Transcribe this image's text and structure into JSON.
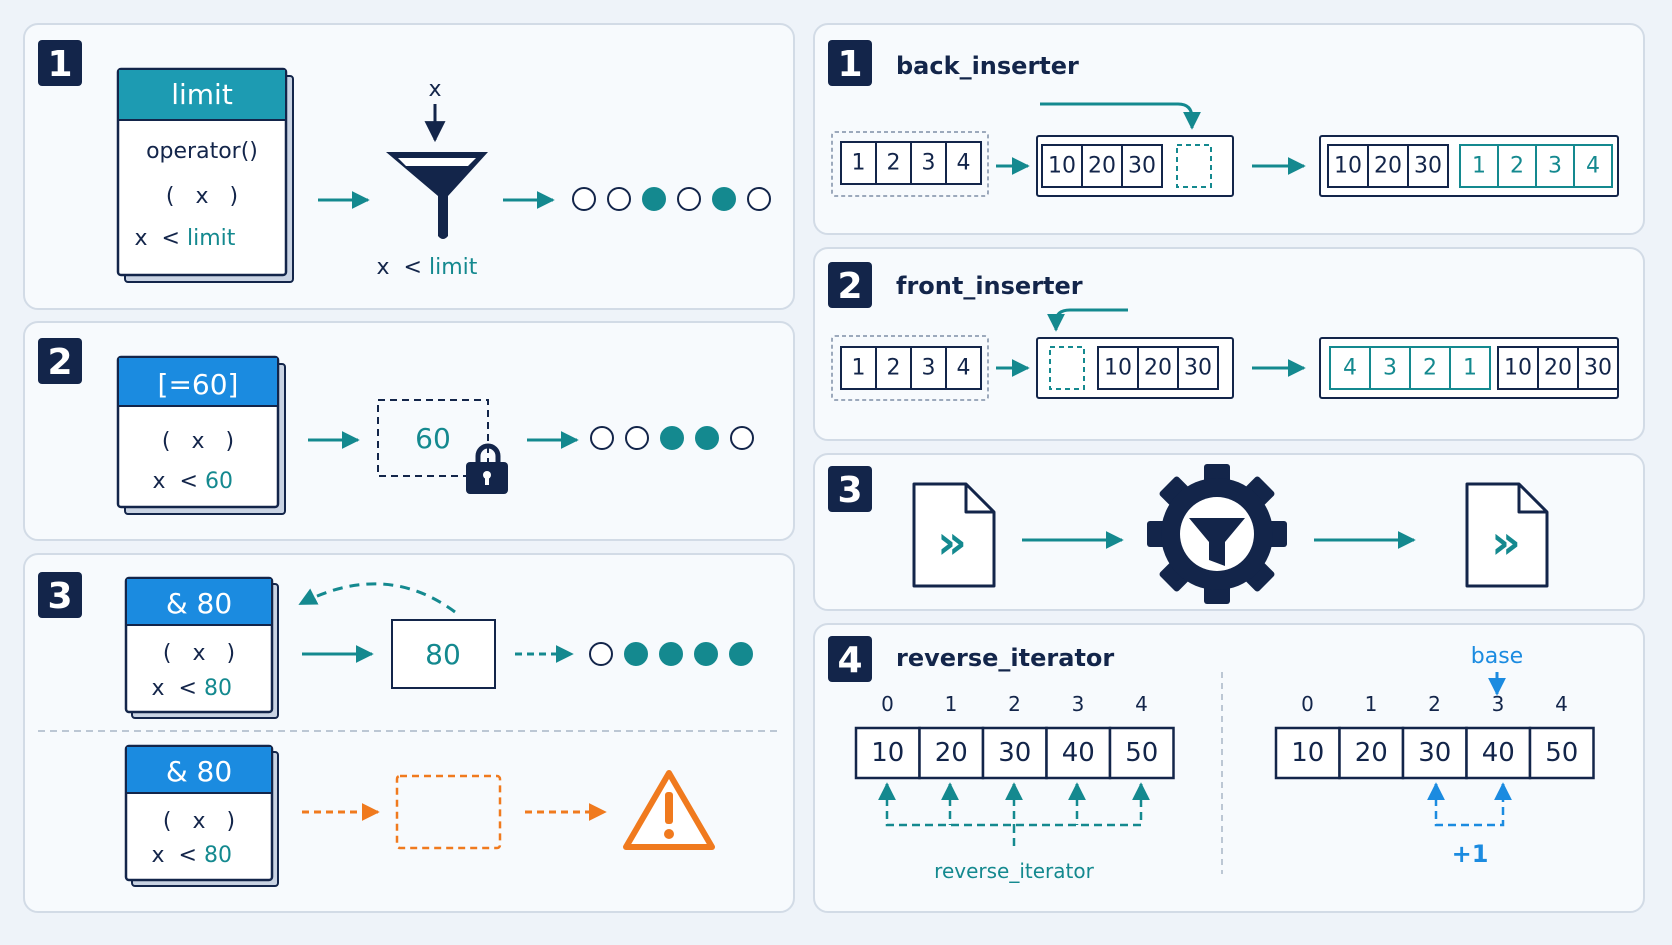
{
  "colors": {
    "navy": "#13254a",
    "teal": "#14898f",
    "blue": "#1b8be0",
    "orange": "#f07a1e",
    "panel_bg": "#f7fafd",
    "panel_border": "#d2dbe6"
  },
  "left": {
    "panel1": {
      "number": "1",
      "box_header": "limit",
      "box_line1": "operator()",
      "box_line2": "(   x   )",
      "box_line3_a": "x  <",
      "box_line3_b": "limit",
      "funnel_input": "x",
      "funnel_cond_a": "x  <",
      "funnel_cond_b": "limit",
      "dots": [
        false,
        false,
        true,
        false,
        true,
        false
      ]
    },
    "panel2": {
      "number": "2",
      "box_header": "[=60]",
      "box_line1": "(   x   )",
      "box_line2_a": "x  <",
      "box_line2_b": "60",
      "captured_value": "60",
      "dots": [
        false,
        false,
        true,
        true,
        false
      ]
    },
    "panel3": {
      "number": "3",
      "box_header": "& 80",
      "box_line1": "(   x   )",
      "box_line2_a": "x  <",
      "box_line2_b": "80",
      "ref_value": "80",
      "dots": [
        false,
        true,
        true,
        true,
        true
      ],
      "box2_header": "& 80",
      "box2_line1": "(   x   )",
      "box2_line2_a": "x  <",
      "box2_line2_b": "80"
    }
  },
  "right": {
    "panel1": {
      "number": "1",
      "title": "back_inserter",
      "source": [
        "1",
        "2",
        "3",
        "4"
      ],
      "dest": [
        "10",
        "20",
        "30"
      ],
      "result_existing": [
        "10",
        "20",
        "30"
      ],
      "result_inserted": [
        "1",
        "2",
        "3",
        "4"
      ]
    },
    "panel2": {
      "number": "2",
      "title": "front_inserter",
      "source": [
        "1",
        "2",
        "3",
        "4"
      ],
      "dest": [
        "10",
        "20",
        "30"
      ],
      "result_inserted": [
        "4",
        "3",
        "2",
        "1"
      ],
      "result_existing": [
        "10",
        "20",
        "30"
      ]
    },
    "panel3": {
      "number": "3",
      "input_icon": "forward-file-icon",
      "process_icon": "gear-funnel-icon",
      "output_icon": "forward-file-icon",
      "input_glyph": "»",
      "output_glyph": "»"
    },
    "panel4": {
      "number": "4",
      "title": "reverse_iterator",
      "indices": [
        "0",
        "1",
        "2",
        "3",
        "4"
      ],
      "values": [
        "10",
        "20",
        "30",
        "40",
        "50"
      ],
      "caption": "reverse_iterator",
      "base_label": "base",
      "plus_label": "+1"
    }
  }
}
